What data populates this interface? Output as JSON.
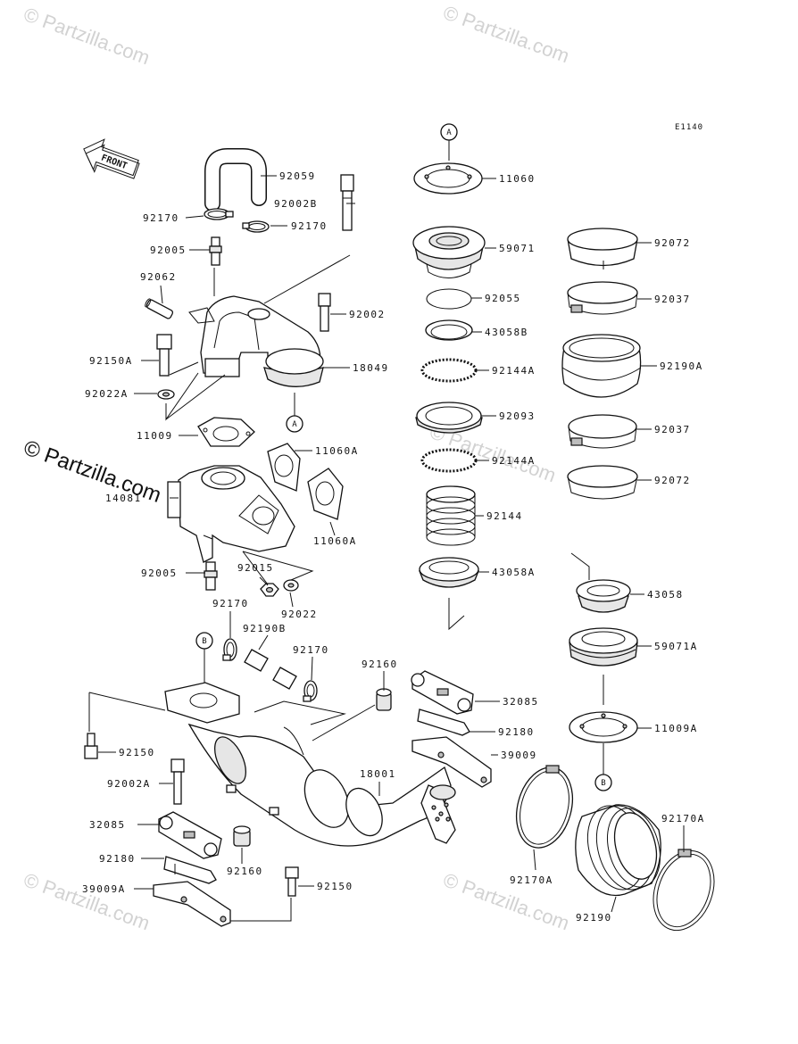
{
  "diagram_code": "E1140",
  "front_label": "FRONT",
  "watermarks": {
    "faint": "© Partzilla.com",
    "dark": "© Partzilla.com"
  },
  "callouts": {
    "a": "A",
    "b": "B"
  },
  "parts": {
    "p92059": "92059",
    "p92002B": "92002B",
    "p92170_l": "92170",
    "p92170_r": "92170",
    "p92005_top": "92005",
    "p92062": "92062",
    "p92002": "92002",
    "p92150A": "92150A",
    "p18049": "18049",
    "p92022A": "92022A",
    "p11009": "11009",
    "p11060A_top": "11060A",
    "p14081": "14081",
    "p11060A_bot": "11060A",
    "p92005_bot": "92005",
    "p92015": "92015",
    "p92022": "92022",
    "p92170_mid1": "92170",
    "p92190B": "92190B",
    "p92170_mid2": "92170",
    "p92160_top": "92160",
    "p32085_top": "32085",
    "p92180_top": "92180",
    "p39009": "39009",
    "p18001": "18001",
    "p92150": "92150",
    "p92002A": "92002A",
    "p32085_bot": "32085",
    "p92180_bot": "92180",
    "p92160_bot": "92160",
    "p92150_bot": "92150",
    "p39009A": "39009A",
    "p11060": "11060",
    "p59071": "59071",
    "p92055": "92055",
    "p43058B": "43058B",
    "p92144A_1": "92144A",
    "p92093": "92093",
    "p92144A_2": "92144A",
    "p92144": "92144",
    "p43058A": "43058A",
    "p92072_top": "92072",
    "p92037_top": "92037",
    "p92190A": "92190A",
    "p92037_bot": "92037",
    "p92072_bot": "92072",
    "p43058": "43058",
    "p59071A": "59071A",
    "p11009A": "11009A",
    "p92170A_l": "92170A",
    "p92170A_r": "92170A",
    "p92190": "92190"
  }
}
